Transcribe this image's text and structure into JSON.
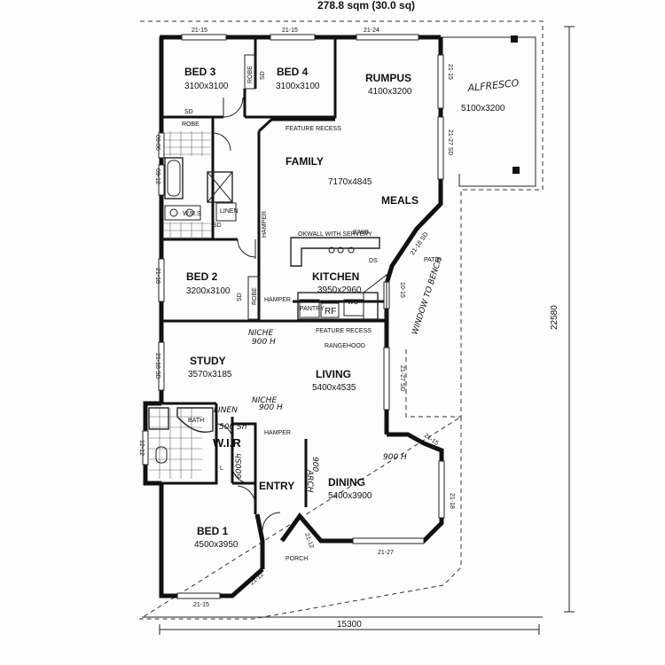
{
  "header": {
    "area": "278.8 sqm (30.0 sq)"
  },
  "dimensions": {
    "width": "15300",
    "depth": "22580"
  },
  "rooms": {
    "bed3": {
      "name": "BED 3",
      "size": "3100x3100"
    },
    "bed4": {
      "name": "BED 4",
      "size": "3100x3100"
    },
    "rumpus": {
      "name": "RUMPUS",
      "size": "4100x3200"
    },
    "alfresco": {
      "name": "ALFRESCO",
      "size": "5100x3200"
    },
    "family": {
      "name": "FAMILY",
      "size": "7170x4845"
    },
    "meals": {
      "name": "MEALS"
    },
    "bed2": {
      "name": "BED 2",
      "size": "3200x3100"
    },
    "kitchen": {
      "name": "KITCHEN",
      "size": "3950x2960"
    },
    "study": {
      "name": "STUDY",
      "size": "3570x3185"
    },
    "living": {
      "name": "LIVING",
      "size": "5400x4535"
    },
    "wir": {
      "name": "W.I.R"
    },
    "entry": {
      "name": "ENTRY"
    },
    "dining": {
      "name": "DINING",
      "size": "5400x3900"
    },
    "bed1": {
      "name": "BED 1",
      "size": "4500x3950"
    },
    "porch": {
      "name": "PORCH"
    },
    "patio": {
      "name": "PATIO"
    }
  },
  "labels": {
    "robe": "ROBE",
    "sd": "SD",
    "linen": "LINEN",
    "hamper": "HAMPER",
    "bath": "BATH",
    "pantry": "PANTRY",
    "rf": "RF",
    "wo": "WO",
    "ds": "DS",
    "feature_recess": "FEATURE RECESS",
    "rangehood": "RANGEHOOD",
    "wms": "W.M.S",
    "bwb": "B/WB",
    "okwall": "OKWALL WITH SERVERY",
    "niche_900": "NICHE",
    "niche_h": "900 H",
    "niche2": "NICHE",
    "niche2_h": "900 H",
    "linen_wir": "LINEN",
    "shelf_500": "500 Sh",
    "shelf_600": "600Sh",
    "arch_900": "900",
    "arch_label": "ARCH",
    "window_bench": "WINDOW TO BENCH",
    "h900": "900 H",
    "ensuite_l": "L"
  },
  "window_codes": {
    "w_bed3_top": "21-15",
    "w_bed4_top": "21-15",
    "w_rumpus_top": "21-24",
    "w_rumpus_right": "21-15",
    "w_rumpus_right2": "21-27 SD",
    "w_bath_left1": "09-06",
    "w_bath_left2": "09-12",
    "w_bed2_left": "21-18",
    "w_study_left": "21-18 SD",
    "w_ens_left": "12-12",
    "w_meals": "21-18 SD",
    "w_kitchen_right": "10-15",
    "w_living_right": "21-27 SD",
    "w_dining_bay": "21-15",
    "w_dining_right": "21-18",
    "w_dining_bottom": "21-27",
    "w_entry": "21-12",
    "w_bed1_bay": "21-12",
    "w_bed1_bottom": "21-15"
  },
  "colors": {
    "ink": "#111111",
    "paper": "#fdfdfd"
  }
}
